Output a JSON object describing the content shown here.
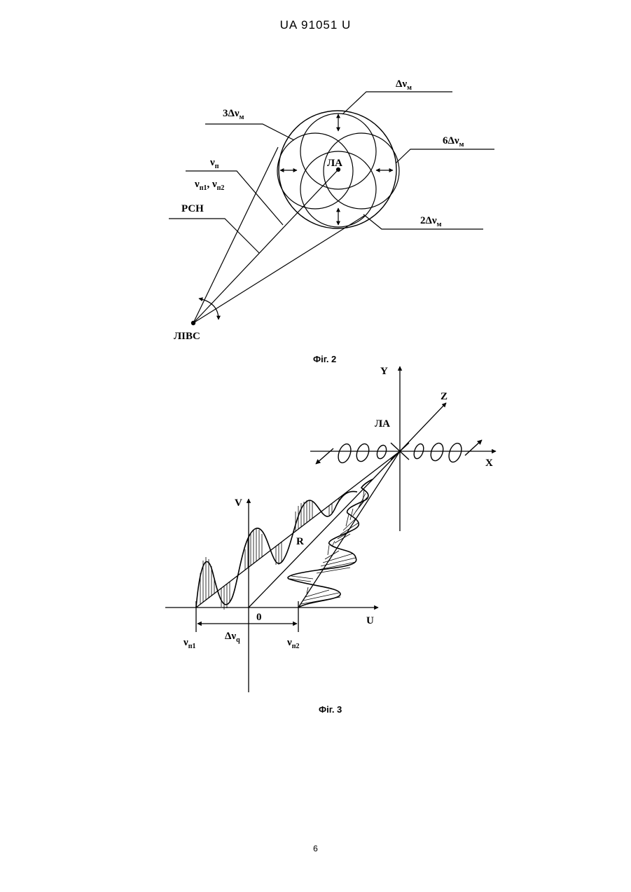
{
  "header": {
    "doc_id": "UA   91051   U"
  },
  "page_number": "6",
  "fig2": {
    "caption": "Фіг. 2",
    "labels": {
      "dv": "Δν",
      "dv_sub": "м",
      "three_dv": "3Δν",
      "three_dv_sub": "м",
      "six_dv": "6Δν",
      "six_dv_sub": "м",
      "two_dv": "2Δν",
      "two_dv_sub": "м",
      "la": "ЛА",
      "vp": "ν",
      "vp_sub": "п",
      "vp12_a": "ν",
      "vp12_a_sub": "п1",
      "vp12_sep": ", ",
      "vp12_b": "ν",
      "vp12_b_sub": "п2",
      "rsn": "РСН",
      "livs": "ЛІВС"
    }
  },
  "fig3": {
    "caption": "Фіг. 3",
    "labels": {
      "y": "Y",
      "z": "Z",
      "x": "X",
      "la": "ЛА",
      "v": "V",
      "r": "R",
      "u": "U",
      "zero": "0",
      "vn1": "ν",
      "vn1_sub": "п1",
      "dvq": "Δν",
      "dvq_sub": "q",
      "vn2": "ν",
      "vn2_sub": "п2"
    }
  }
}
